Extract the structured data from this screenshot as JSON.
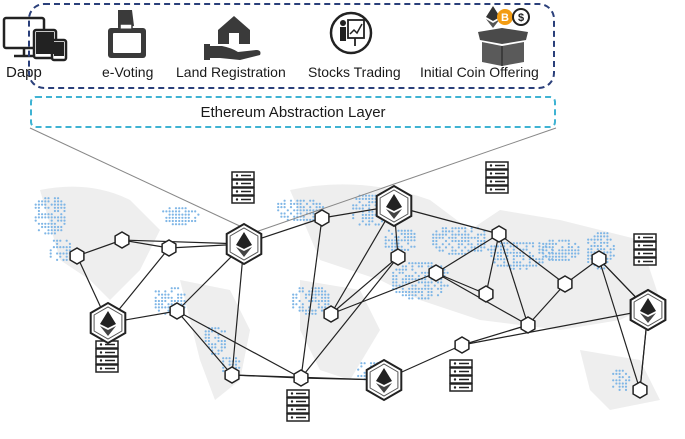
{
  "dapp": {
    "label": "Dapp"
  },
  "apps": [
    {
      "label": "e-Voting",
      "icon": "ballot-box-icon"
    },
    {
      "label": "Land Registration",
      "icon": "house-in-hand-icon"
    },
    {
      "label": "Stocks Trading",
      "icon": "stock-presentation-icon"
    },
    {
      "label": "Initial Coin Offering",
      "icon": "crypto-box-icon"
    }
  ],
  "abstraction_layer": {
    "label": "Ethereum Abstraction Layer"
  },
  "colors": {
    "apps_border": "#2a3f7a",
    "layer_border": "#3fb3d3",
    "map_dots": "#7fb6e6",
    "edge": "#222222",
    "bitcoin": "#f39c12"
  },
  "network": {
    "nodes": [
      {
        "id": "n1",
        "type": "small"
      },
      {
        "id": "n2",
        "type": "small"
      },
      {
        "id": "n3",
        "type": "small"
      },
      {
        "id": "n4",
        "type": "ethereum"
      },
      {
        "id": "n5",
        "type": "small"
      },
      {
        "id": "n6",
        "type": "small"
      },
      {
        "id": "n7",
        "type": "small"
      },
      {
        "id": "n8",
        "type": "ethereum"
      },
      {
        "id": "n9",
        "type": "small"
      },
      {
        "id": "n10",
        "type": "small"
      },
      {
        "id": "n11",
        "type": "ethereum"
      },
      {
        "id": "n12",
        "type": "small"
      },
      {
        "id": "n13",
        "type": "small"
      },
      {
        "id": "n14",
        "type": "small"
      },
      {
        "id": "n15",
        "type": "small"
      },
      {
        "id": "n16",
        "type": "small"
      },
      {
        "id": "n17",
        "type": "ethereum"
      },
      {
        "id": "n18",
        "type": "small"
      },
      {
        "id": "n19",
        "type": "small"
      },
      {
        "id": "n20",
        "type": "ethereum"
      },
      {
        "id": "n21",
        "type": "small"
      },
      {
        "id": "n22",
        "type": "ethereum"
      },
      {
        "id": "n23",
        "type": "small"
      }
    ],
    "edges": [
      [
        "n1",
        "n2"
      ],
      [
        "n2",
        "n3"
      ],
      [
        "n2",
        "n4"
      ],
      [
        "n3",
        "n4"
      ],
      [
        "n1",
        "n11"
      ],
      [
        "n11",
        "n5"
      ],
      [
        "n5",
        "n4"
      ],
      [
        "n5",
        "n6"
      ],
      [
        "n5",
        "n13"
      ],
      [
        "n4",
        "n7"
      ],
      [
        "n4",
        "n6"
      ],
      [
        "n7",
        "n8"
      ],
      [
        "n7",
        "n13"
      ],
      [
        "n8",
        "n9"
      ],
      [
        "n8",
        "n10"
      ],
      [
        "n8",
        "n12"
      ],
      [
        "n9",
        "n10"
      ],
      [
        "n9",
        "n13"
      ],
      [
        "n10",
        "n14"
      ],
      [
        "n12",
        "n14"
      ],
      [
        "n12",
        "n15"
      ],
      [
        "n12",
        "n16"
      ],
      [
        "n12",
        "n18"
      ],
      [
        "n14",
        "n15"
      ],
      [
        "n14",
        "n16"
      ],
      [
        "n13",
        "n20"
      ],
      [
        "n13",
        "n6"
      ],
      [
        "n6",
        "n20"
      ],
      [
        "n20",
        "n21"
      ],
      [
        "n21",
        "n22"
      ],
      [
        "n21",
        "n16"
      ],
      [
        "n22",
        "n19"
      ],
      [
        "n19",
        "n17"
      ],
      [
        "n19",
        "n18"
      ],
      [
        "n18",
        "n16"
      ],
      [
        "n17",
        "n23"
      ],
      [
        "n22",
        "n23"
      ],
      [
        "n19",
        "n23"
      ],
      [
        "n3",
        "n11"
      ]
    ]
  }
}
